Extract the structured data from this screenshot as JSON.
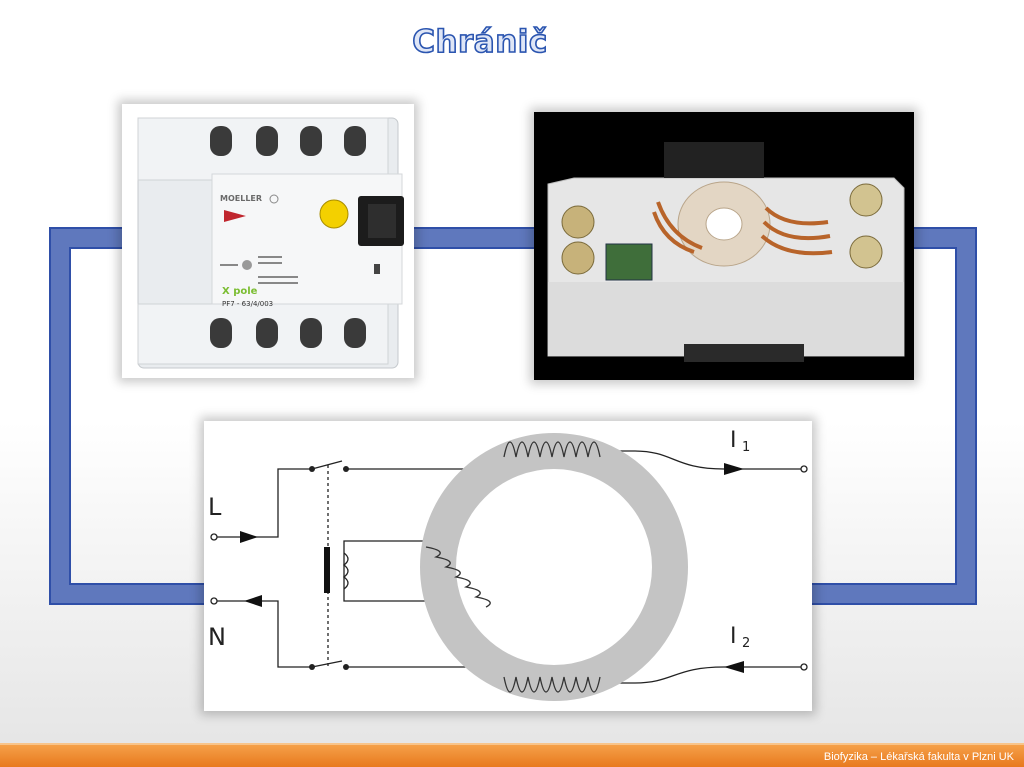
{
  "slide": {
    "title": "Chránič",
    "footer": "Biofyzika – Lékařská fakulta v Plzni UK"
  },
  "device_photo": {
    "brand": "MOELLER",
    "series": "X pole",
    "model": "PF7 - 63/4/003"
  },
  "schematic": {
    "label_L": "L",
    "label_N": "N",
    "current_1": "I",
    "current_1_sub": "1",
    "current_2": "I",
    "current_2_sub": "2"
  },
  "colors": {
    "frame_wire": "#2f4fa8",
    "title_outline": "#2b55b0",
    "footer": "#e8791e",
    "toroid": "#c9c9c9",
    "copper": "#b8642a"
  }
}
